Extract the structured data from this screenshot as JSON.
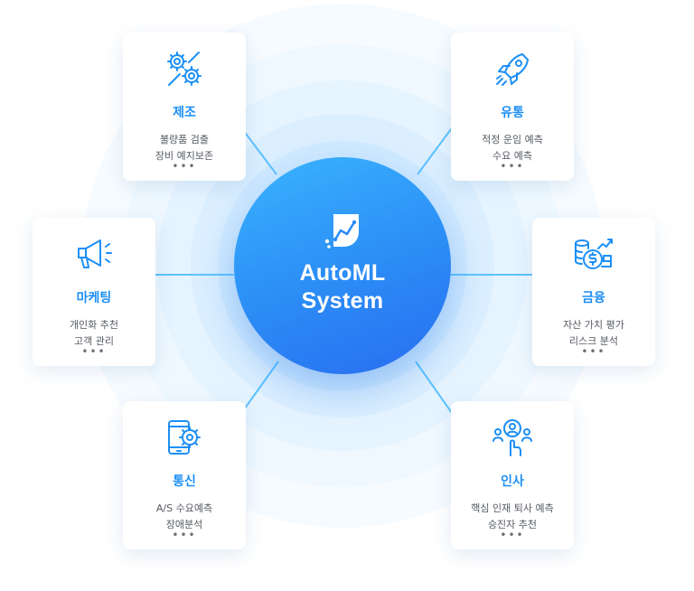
{
  "center": {
    "title_line1": "AutoML",
    "title_line2": "System"
  },
  "nodes": [
    {
      "id": "manufacturing",
      "icon": "gears-tools-icon",
      "title": "제조",
      "lines": [
        "불량품 검출",
        "장비 예지보존"
      ],
      "more": "•••"
    },
    {
      "id": "distribution",
      "icon": "rocket-icon",
      "title": "유통",
      "lines": [
        "적정 운임 예측",
        "수요 예측"
      ],
      "more": "•••"
    },
    {
      "id": "marketing",
      "icon": "megaphone-icon",
      "title": "마케팅",
      "lines": [
        "개인화 추천",
        "고객 관리"
      ],
      "more": "•••"
    },
    {
      "id": "finance",
      "icon": "coins-chart-icon",
      "title": "금융",
      "lines": [
        "자산 가치 평가",
        "리스크 분석"
      ],
      "more": "•••"
    },
    {
      "id": "telecom",
      "icon": "phone-gear-icon",
      "title": "통신",
      "lines": [
        "A/S 수요예측",
        "장애분석"
      ],
      "more": "•••"
    },
    {
      "id": "hr",
      "icon": "people-touch-icon",
      "title": "인사",
      "lines": [
        "핵심 인재 퇴사 예측",
        "승진자 추천"
      ],
      "more": "•••"
    }
  ],
  "colors": {
    "accent": "#1d8ff5",
    "hub_top": "#3ab4ff",
    "hub_bottom": "#2a6df0",
    "ring": "#eaf6ff",
    "text_muted": "#555a61"
  }
}
